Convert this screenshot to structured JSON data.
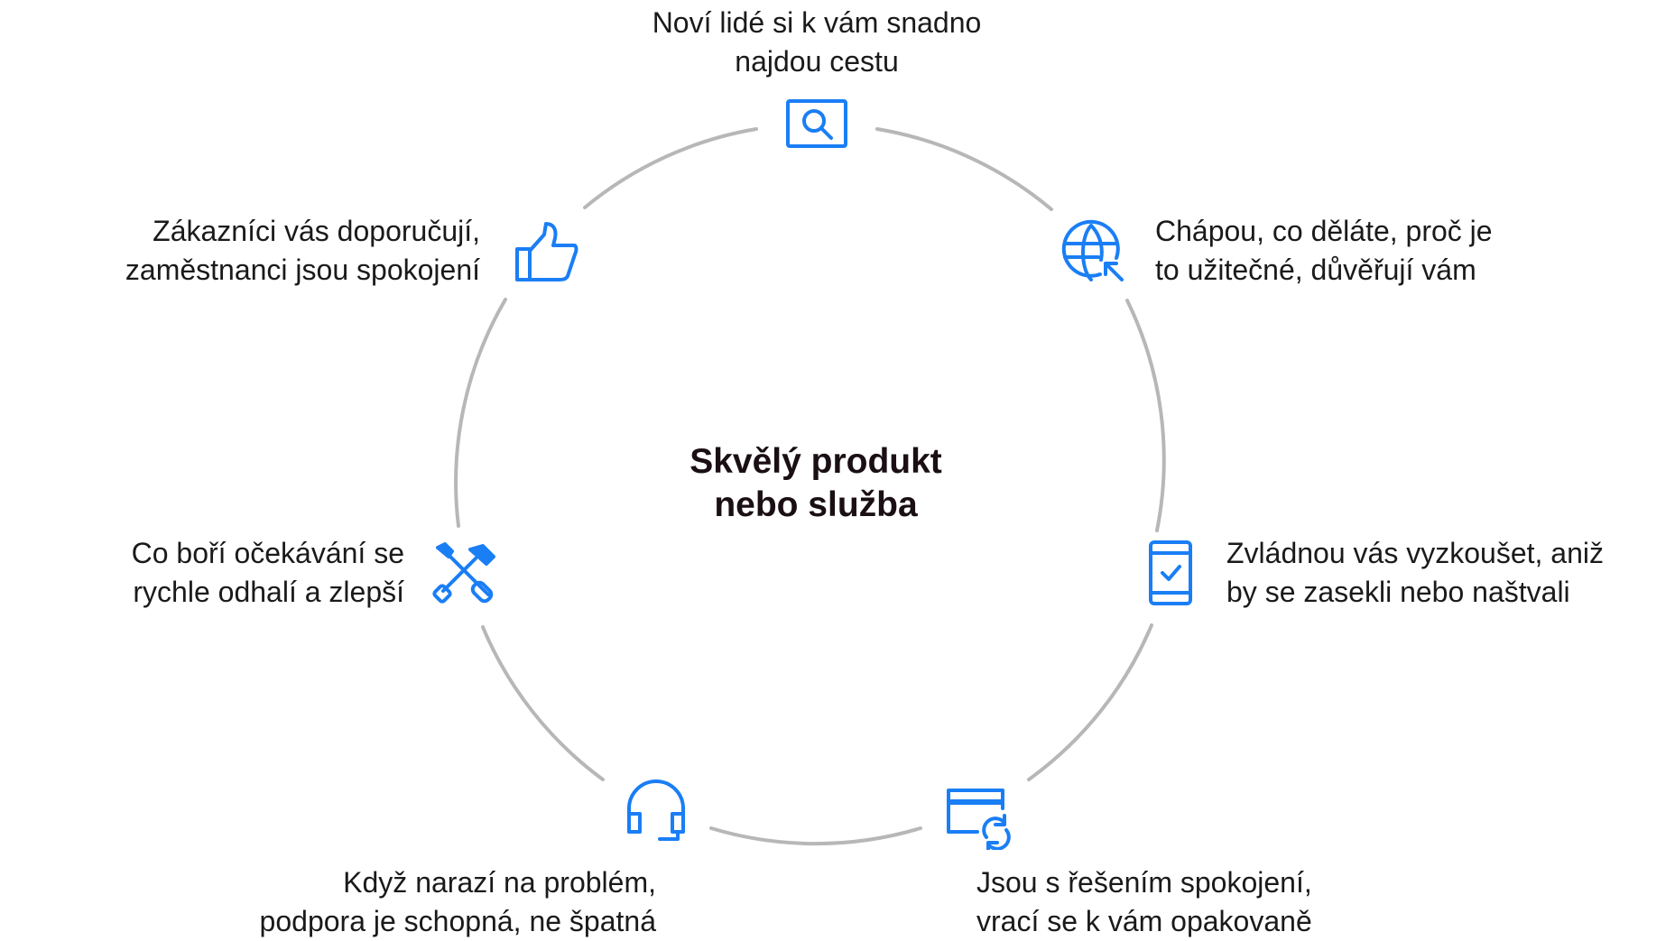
{
  "center": {
    "line1": "Skvělý produkt",
    "line2": "nebo služba"
  },
  "colors": {
    "icon": "#1a7ef5",
    "ring": "#b7b7b7",
    "text": "#1a1a1a"
  },
  "steps": [
    {
      "icon": "search-screen-icon",
      "line1": "Noví lidé si k vám snadno",
      "line2": "najdou cestu"
    },
    {
      "icon": "globe-cursor-icon",
      "line1": "Chápou, co děláte, proč je",
      "line2": "to užitečné, důvěřují vám"
    },
    {
      "icon": "phone-check-icon",
      "line1": "Zvládnou vás vyzkoušet, aniž",
      "line2": "by se zasekli nebo naštvali"
    },
    {
      "icon": "card-refresh-icon",
      "line1": "Jsou s řešením spokojení,",
      "line2": "vrací se k vám opakovaně"
    },
    {
      "icon": "headset-icon",
      "line1": "Když narazí na problém,",
      "line2": "podpora je schopná, ne špatná"
    },
    {
      "icon": "tools-icon",
      "line1": "Co boří očekávání se",
      "line2": "rychle odhalí a zlepší"
    },
    {
      "icon": "thumbs-up-icon",
      "line1": "Zákazníci vás doporučují,",
      "line2": "zaměstnanci jsou spokojení"
    }
  ]
}
